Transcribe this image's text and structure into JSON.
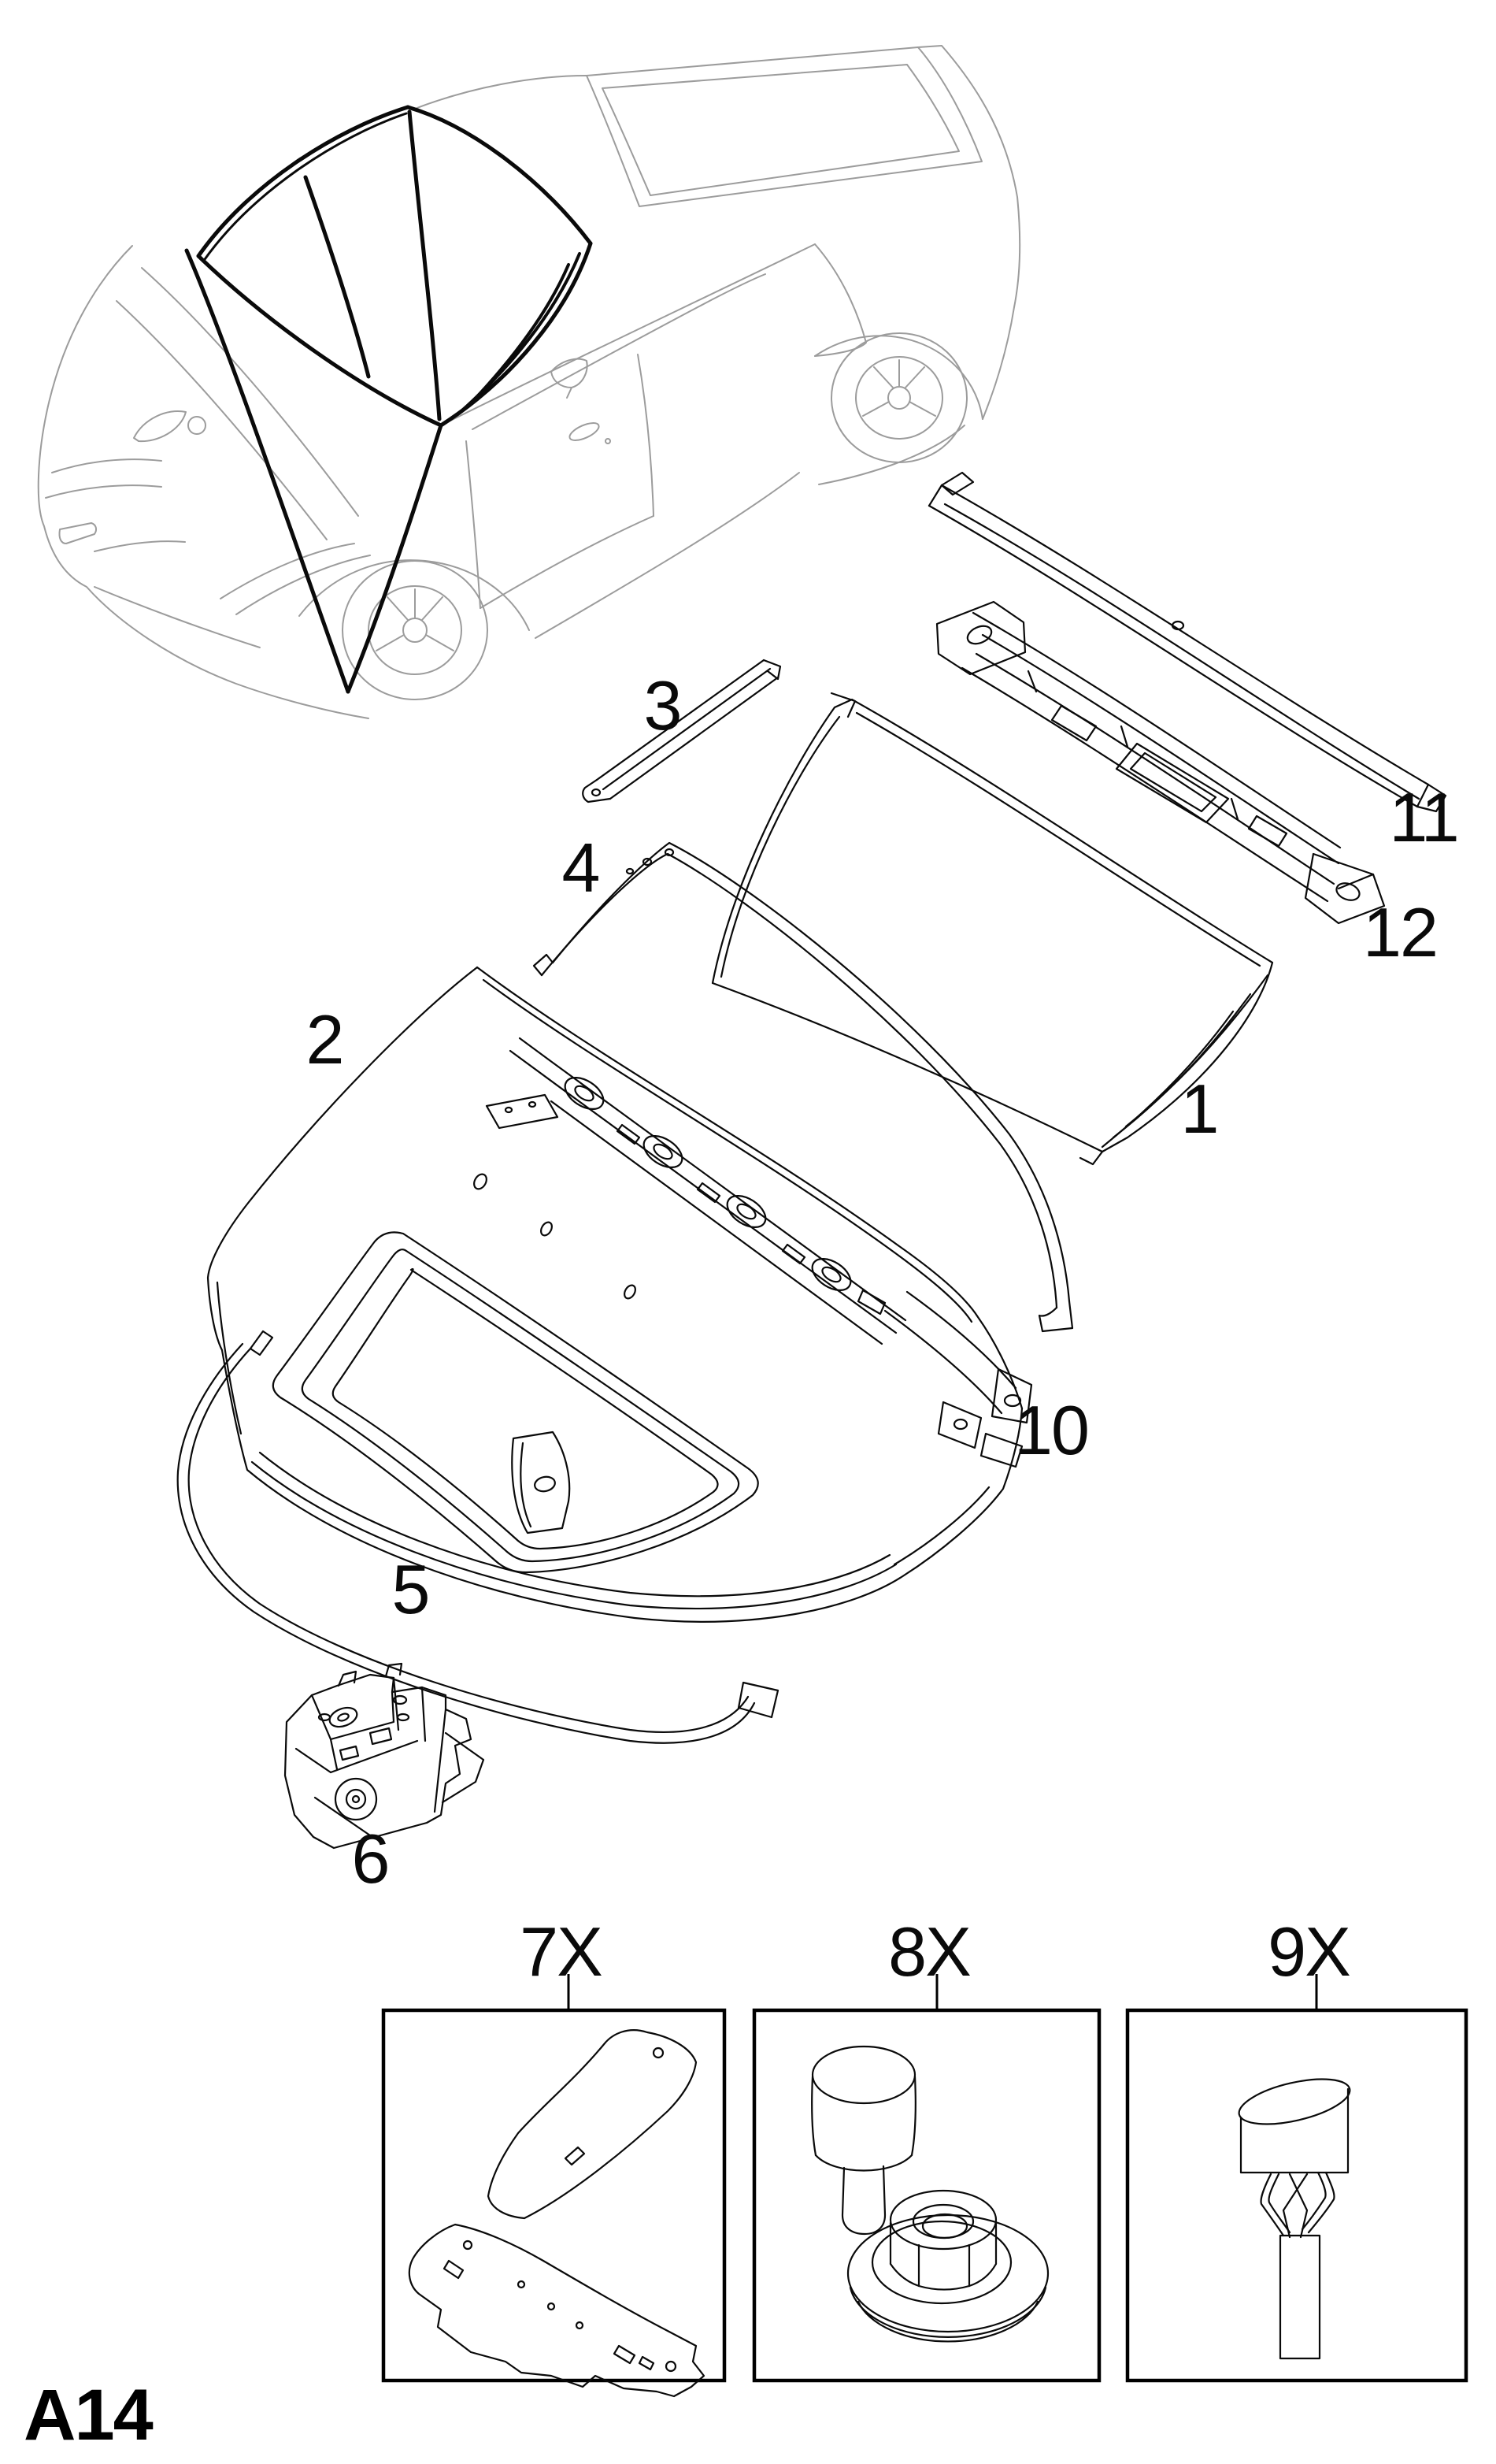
{
  "page": {
    "code_label": "A14",
    "background": "#ffffff",
    "ink_color": "#000000",
    "sketch_color": "#9c9c9c"
  },
  "vehicle_inset": {
    "icon": "car-three-quarter-sketch-icon",
    "highlight": "convertible-roof-panels"
  },
  "callouts": {
    "c1": "1",
    "c2": "2",
    "c3": "3",
    "c4": "4",
    "c5": "5",
    "c6": "6",
    "c10": "10",
    "c11": "11",
    "c12": "12"
  },
  "fastener_boxes": [
    {
      "label": "7X",
      "icon": "insulation-pads-icon"
    },
    {
      "label": "8X",
      "icon": "plug-and-flange-nut-icon"
    },
    {
      "label": "9X",
      "icon": "expansion-rivet-icon"
    }
  ]
}
